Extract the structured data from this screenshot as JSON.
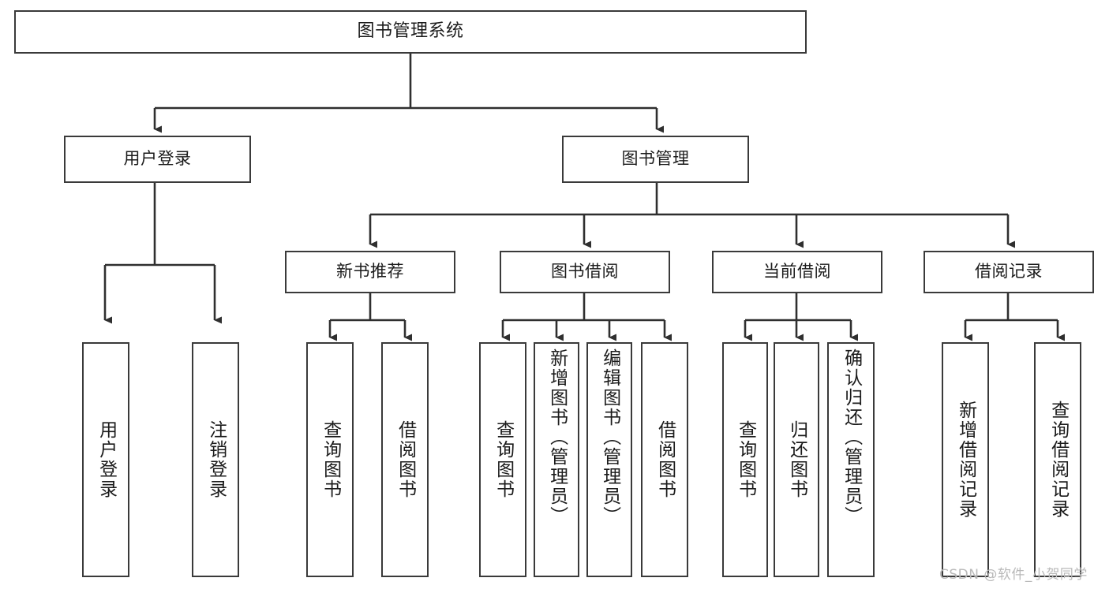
{
  "diagram": {
    "type": "tree-hierarchy-chart",
    "title": "图书管理系统",
    "colors": {
      "box_border": "#3a3a3a",
      "box_fill": "#ffffff",
      "connector": "#2f2f2f",
      "text": "#1b1b1b",
      "watermark": "#b9b9b9",
      "background": "#ffffff"
    },
    "root": {
      "label": "图书管理系统"
    },
    "level2": [
      {
        "label": "用户登录"
      },
      {
        "label": "图书管理"
      }
    ],
    "level3": [
      {
        "label": "新书推荐"
      },
      {
        "label": "图书借阅"
      },
      {
        "label": "当前借阅"
      },
      {
        "label": "借阅记录"
      }
    ],
    "leaves": {
      "user_login": [
        {
          "label": "用户登录"
        },
        {
          "label": "注销登录"
        }
      ],
      "new_book_recommend": [
        {
          "label": "查询图书"
        },
        {
          "label": "借阅图书"
        }
      ],
      "book_borrow": [
        {
          "label": "查询图书"
        },
        {
          "label": "新增图书（管理员）"
        },
        {
          "label": "编辑图书（管理员）"
        },
        {
          "label": "借阅图书"
        }
      ],
      "current_borrow": [
        {
          "label": "查询图书"
        },
        {
          "label": "归还图书"
        },
        {
          "label": "确认归还（管理员）"
        }
      ],
      "borrow_record": [
        {
          "label": "新增借阅记录"
        },
        {
          "label": "查询借阅记录"
        }
      ]
    },
    "watermark": "CSDN @软件_小贺同学"
  }
}
